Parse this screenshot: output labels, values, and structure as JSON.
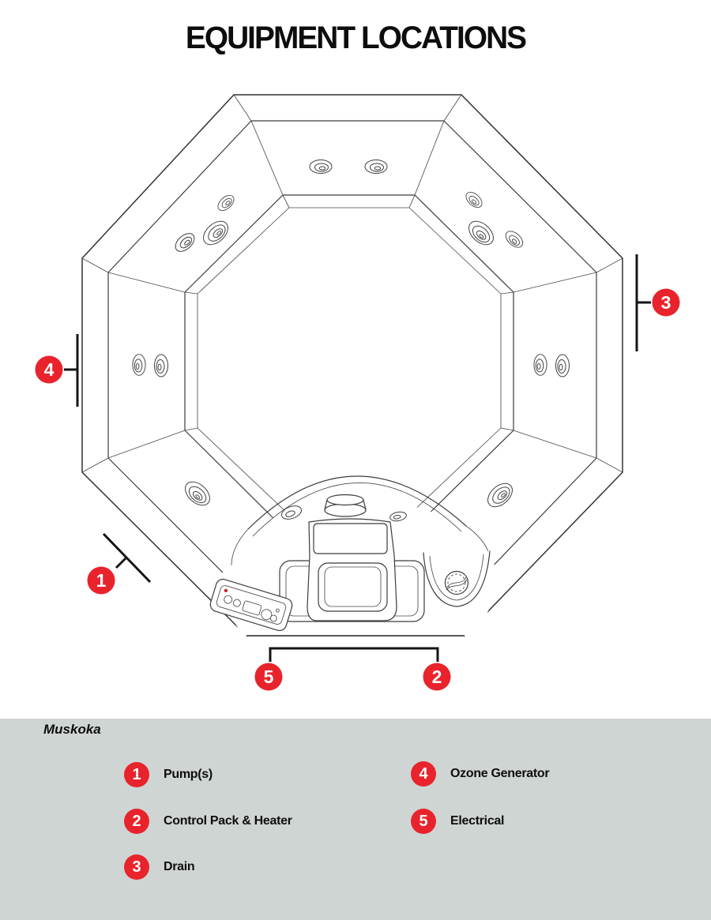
{
  "page": {
    "title": "EQUIPMENT LOCATIONS"
  },
  "colors": {
    "accent_red": "#e8232c",
    "legend_background": "#cfd5d3",
    "line_color": "#3c3c3c"
  },
  "diagram": {
    "description": "top-view line drawing of octagonal hot tub with numbered equipment location callouts",
    "markers": [
      {
        "number": "1"
      },
      {
        "number": "2"
      },
      {
        "number": "3"
      },
      {
        "number": "4"
      },
      {
        "number": "5"
      }
    ]
  },
  "legend": {
    "model_label": "Muskoka",
    "items": [
      {
        "number": "1",
        "label": "Pump(s)"
      },
      {
        "number": "2",
        "label": "Control Pack & Heater"
      },
      {
        "number": "3",
        "label": "Drain"
      },
      {
        "number": "4",
        "label": "Ozone Generator"
      },
      {
        "number": "5",
        "label": "Electrical"
      }
    ]
  }
}
